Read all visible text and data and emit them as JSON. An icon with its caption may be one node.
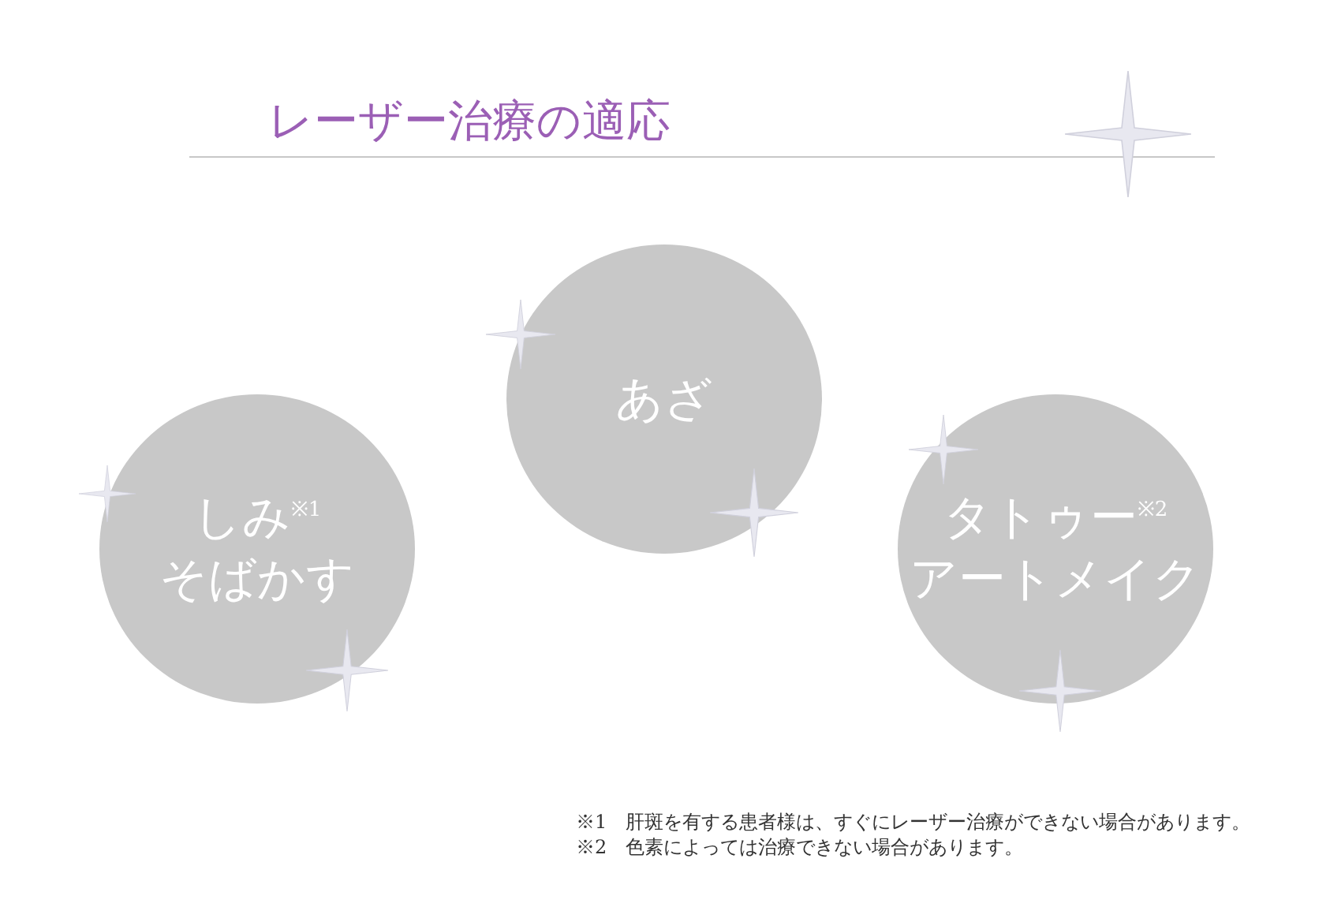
{
  "diagram": {
    "title": "レーザー治療の適応",
    "nodes": [
      {
        "text": [
          "しみ$^{※1}$そばかす"
        ]
      },
      {
        "text": [
          "あざ"
        ]
      },
      {
        "text": [
          "タトゥー$^{※2}$アートメイク"
        ]
      }
    ],
    "labels": [
      "※1　肝斑を有する患者様は、すぐにレーザー治療ができない場合があります。",
      "※2　色素によっては治療できない場合があります。"
    ]
  }
}
